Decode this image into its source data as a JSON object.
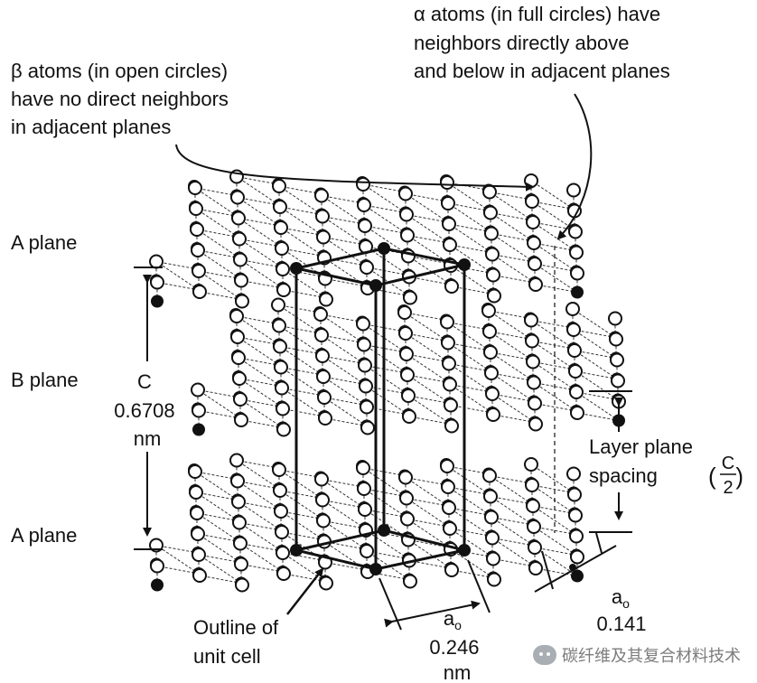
{
  "annotations": {
    "beta_line1": "β atoms (in open circles)",
    "beta_line2": "have no direct neighbors",
    "beta_line3": "in adjacent planes",
    "alpha_line1": "α atoms (in full circles) have",
    "alpha_line2": "neighbors directly above",
    "alpha_line3": "and below in adjacent planes"
  },
  "planes": {
    "top": "A plane",
    "middle": "B plane",
    "bottom": "A plane"
  },
  "c_dimension": {
    "symbol": "C",
    "value": "0.6708",
    "unit": "nm"
  },
  "layer_spacing": {
    "line1": "Layer plane",
    "line2": "spacing",
    "frac_num": "C",
    "frac_den": "2"
  },
  "a_cell": {
    "symbol": "a",
    "subscript": "o",
    "value": "0.246",
    "unit": "nm"
  },
  "a_bond": {
    "symbol": "a",
    "subscript": "o",
    "value": "0.141"
  },
  "unit_cell_label": {
    "line1": "Outline of",
    "line2": "unit cell"
  },
  "watermark": {
    "icon": "wechat-icon",
    "text": "碳纤维及其复合材料技术"
  }
}
